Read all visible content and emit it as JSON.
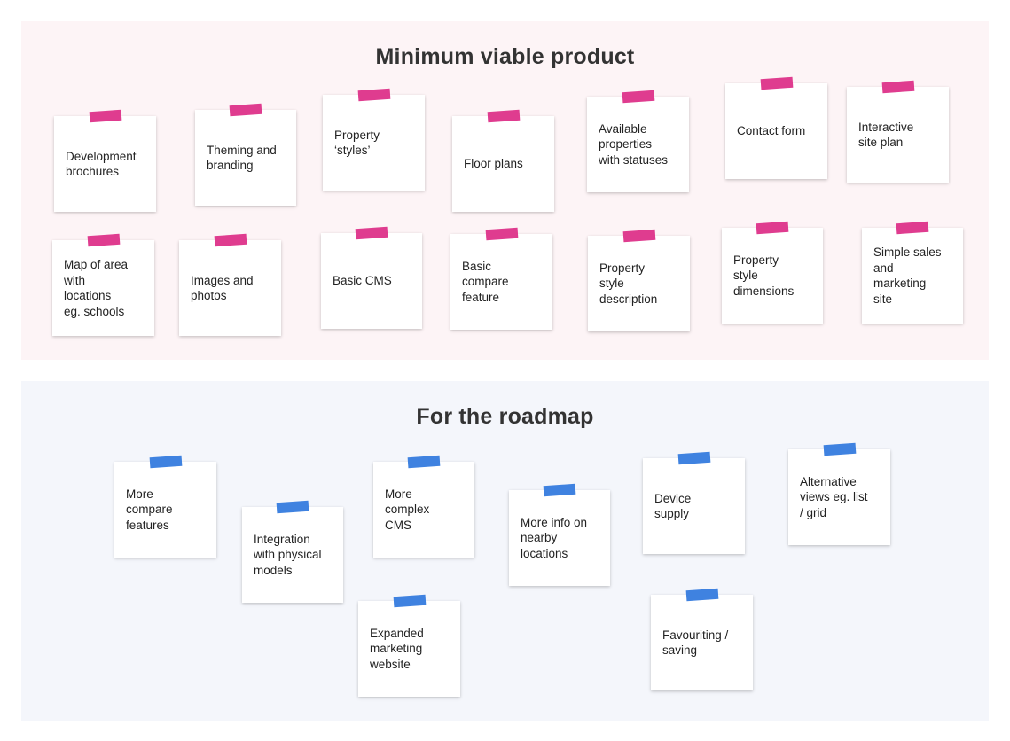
{
  "colors": {
    "mvp_background": "#fdf4f6",
    "roadmap_background": "#f4f6fb",
    "mvp_tape": "#df3c8f",
    "roadmap_tape": "#3f82e0"
  },
  "mvp": {
    "title": "Minimum viable product",
    "notes": [
      "Development\nbrochures",
      "Theming and\nbranding",
      "Property\n‘styles’",
      "Floor plans",
      "Available\nproperties\nwith statuses",
      "Contact form",
      "Interactive\nsite plan",
      "Map of area\nwith\nlocations\neg. schools",
      "Images and\nphotos",
      "Basic CMS",
      "Basic\ncompare\nfeature",
      "Property\nstyle\ndescription",
      "Property\nstyle\ndimensions",
      "Simple sales\nand\nmarketing\nsite"
    ]
  },
  "roadmap": {
    "title": "For the roadmap",
    "notes": [
      "More\ncompare\nfeatures",
      "Integration\nwith physical\nmodels",
      "More\ncomplex\nCMS",
      "More info on\nnearby\nlocations",
      "Device\nsupply",
      "Alternative\nviews eg. list\n/ grid",
      "Expanded\nmarketing\nwebsite",
      "Favouriting /\nsaving"
    ]
  }
}
